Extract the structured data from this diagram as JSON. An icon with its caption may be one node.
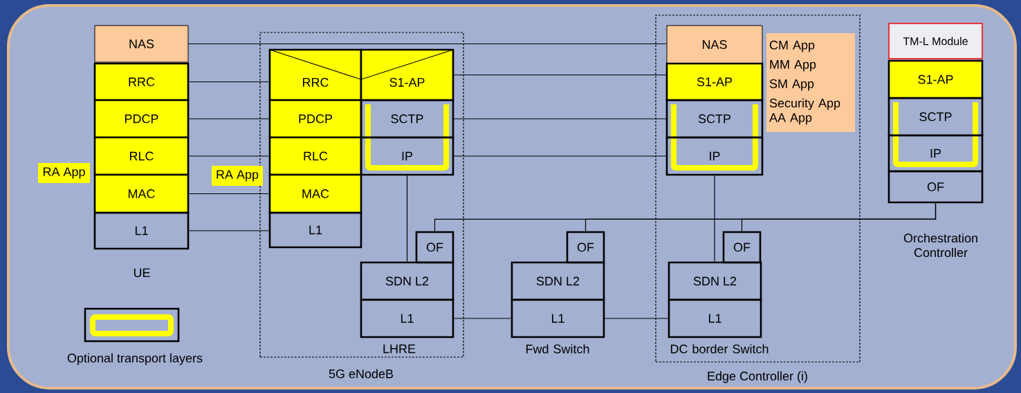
{
  "diagram": {
    "nodes": [
      {
        "text": [
          "5G eNodeB"
        ]
      },
      {
        "text": [
          "Edge Controller (i)"
        ]
      },
      {
        "text": [
          "NAS"
        ]
      },
      {
        "text": [
          "RRC"
        ]
      },
      {
        "text": [
          "PDCP"
        ]
      },
      {
        "text": [
          "RLC"
        ]
      },
      {
        "text": [
          "MAC"
        ]
      },
      {
        "text": [
          "L1"
        ]
      },
      {
        "text": [
          "RA App"
        ]
      },
      {
        "text": [
          "RA App"
        ]
      },
      {
        "text": [
          "RRC"
        ],
        "in": 0
      },
      {
        "text": [
          "S1-AP"
        ],
        "in": 0
      },
      {
        "text": [
          "PDCP"
        ],
        "in": 0
      },
      {
        "text": [
          "SCTP"
        ],
        "in": 0
      },
      {
        "text": [
          "RLC"
        ],
        "in": 0
      },
      {
        "text": [
          "IP"
        ],
        "in": 0
      },
      {
        "text": [
          "MAC"
        ],
        "in": 0
      },
      {
        "text": [
          "L1"
        ],
        "in": 0
      },
      {
        "text": [
          "OF"
        ],
        "in": 0
      },
      {
        "text": [
          "SDN L2"
        ],
        "in": 0
      },
      {
        "text": [
          "L1"
        ],
        "in": 0,
        "beside": [
          "LHRE"
        ]
      },
      {
        "text": [
          "NAS"
        ],
        "in": 1
      },
      {
        "text": [
          "CM App",
          "MM App",
          "SM App",
          "Security App",
          "AA App"
        ],
        "in": 1
      },
      {
        "text": [
          "S1-AP"
        ],
        "in": 1
      },
      {
        "text": [
          "SCTP"
        ],
        "in": 1
      },
      {
        "text": [
          "IP"
        ],
        "in": 1
      },
      {
        "text": [
          "TM-L Module"
        ]
      },
      {
        "text": [
          "S1-AP"
        ]
      },
      {
        "text": [
          "SCTP"
        ]
      },
      {
        "text": [
          "IP"
        ]
      },
      {
        "text": [
          "OF"
        ],
        "beside": [
          "Orchestration Controller"
        ]
      },
      {
        "text": [
          "OF"
        ]
      },
      {
        "text": [
          "SDN L2"
        ]
      },
      {
        "text": [
          "L1"
        ],
        "beside": [
          "Fwd Switch"
        ]
      },
      {
        "text": [
          "OF"
        ],
        "in": 1
      },
      {
        "text": [
          "SDN L2"
        ],
        "in": 1
      },
      {
        "text": [
          "L1"
        ],
        "in": 1,
        "beside": [
          "DC border Switch"
        ]
      }
    ],
    "edges": [
      {
        "from": 2,
        "to": 21,
        "arrow": "none"
      },
      {
        "from": 3,
        "to": 10,
        "arrow": "none"
      },
      {
        "from": 4,
        "to": 12,
        "arrow": "none"
      },
      {
        "from": 5,
        "to": 14,
        "arrow": "none"
      },
      {
        "from": 6,
        "to": 16,
        "arrow": "none"
      },
      {
        "from": 7,
        "to": 17,
        "arrow": "none"
      },
      {
        "from": 11,
        "to": 23,
        "arrow": "none"
      },
      {
        "from": 13,
        "to": 24,
        "arrow": "none"
      },
      {
        "from": 15,
        "to": 25,
        "arrow": "none"
      },
      {
        "from": 15,
        "to": 19,
        "arrow": "none"
      },
      {
        "from": 25,
        "to": 35,
        "arrow": "none"
      },
      {
        "from": 30,
        "to": 18,
        "arrow": "none"
      },
      {
        "from": 30,
        "to": 31,
        "arrow": "none"
      },
      {
        "from": 30,
        "to": 34,
        "arrow": "none"
      },
      {
        "from": 20,
        "to": 33,
        "arrow": "none"
      },
      {
        "from": 33,
        "to": 36,
        "arrow": "none"
      }
    ],
    "labels": [
      "UE"
    ],
    "legend": [
      {
        "text": "Optional transport layers"
      }
    ]
  }
}
